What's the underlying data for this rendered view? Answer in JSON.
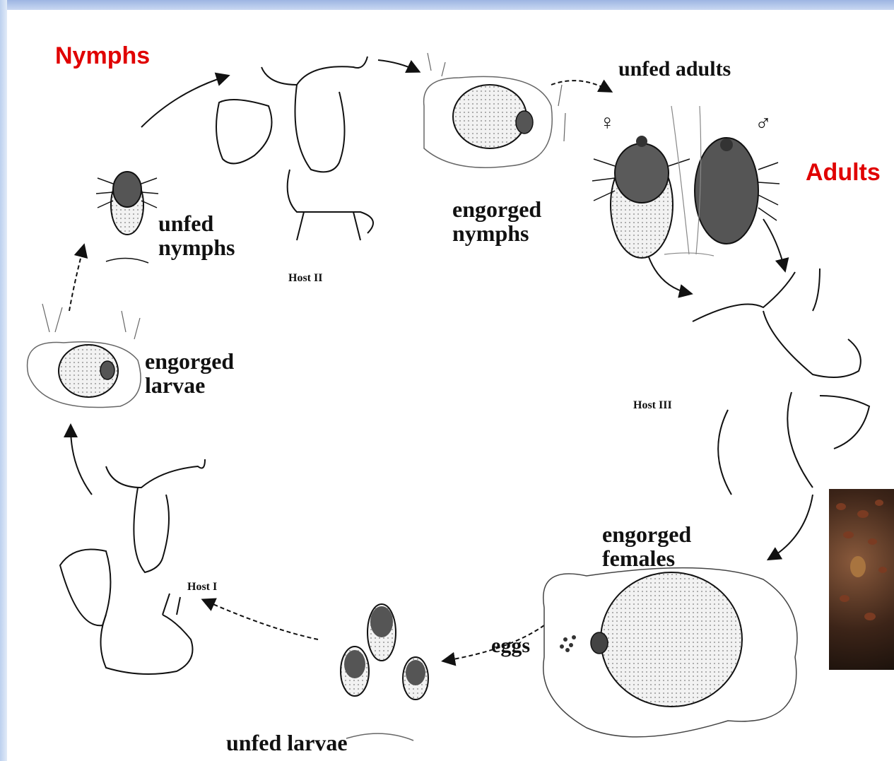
{
  "section_labels": {
    "nymphs": "Nymphs",
    "adults": "Adults"
  },
  "labels": {
    "unfed_adults": "unfed adults",
    "female_symbol": "♀",
    "male_symbol": "♂",
    "engorged_nymphs_1": "engorged",
    "engorged_nymphs_2": "nymphs",
    "unfed_nymphs_1": "unfed",
    "unfed_nymphs_2": "nymphs",
    "engorged_larvae_1": "engorged",
    "engorged_larvae_2": "larvae",
    "engorged_females_1": "engorged",
    "engorged_females_2": "females",
    "eggs": "eggs",
    "unfed_larvae": "unfed larvae"
  },
  "hosts": {
    "host_1": "Host I",
    "host_2": "Host II",
    "host_3": "Host III"
  },
  "colors": {
    "accent_red": "#e00000",
    "ink": "#111111",
    "tick_dark": "#555555"
  }
}
